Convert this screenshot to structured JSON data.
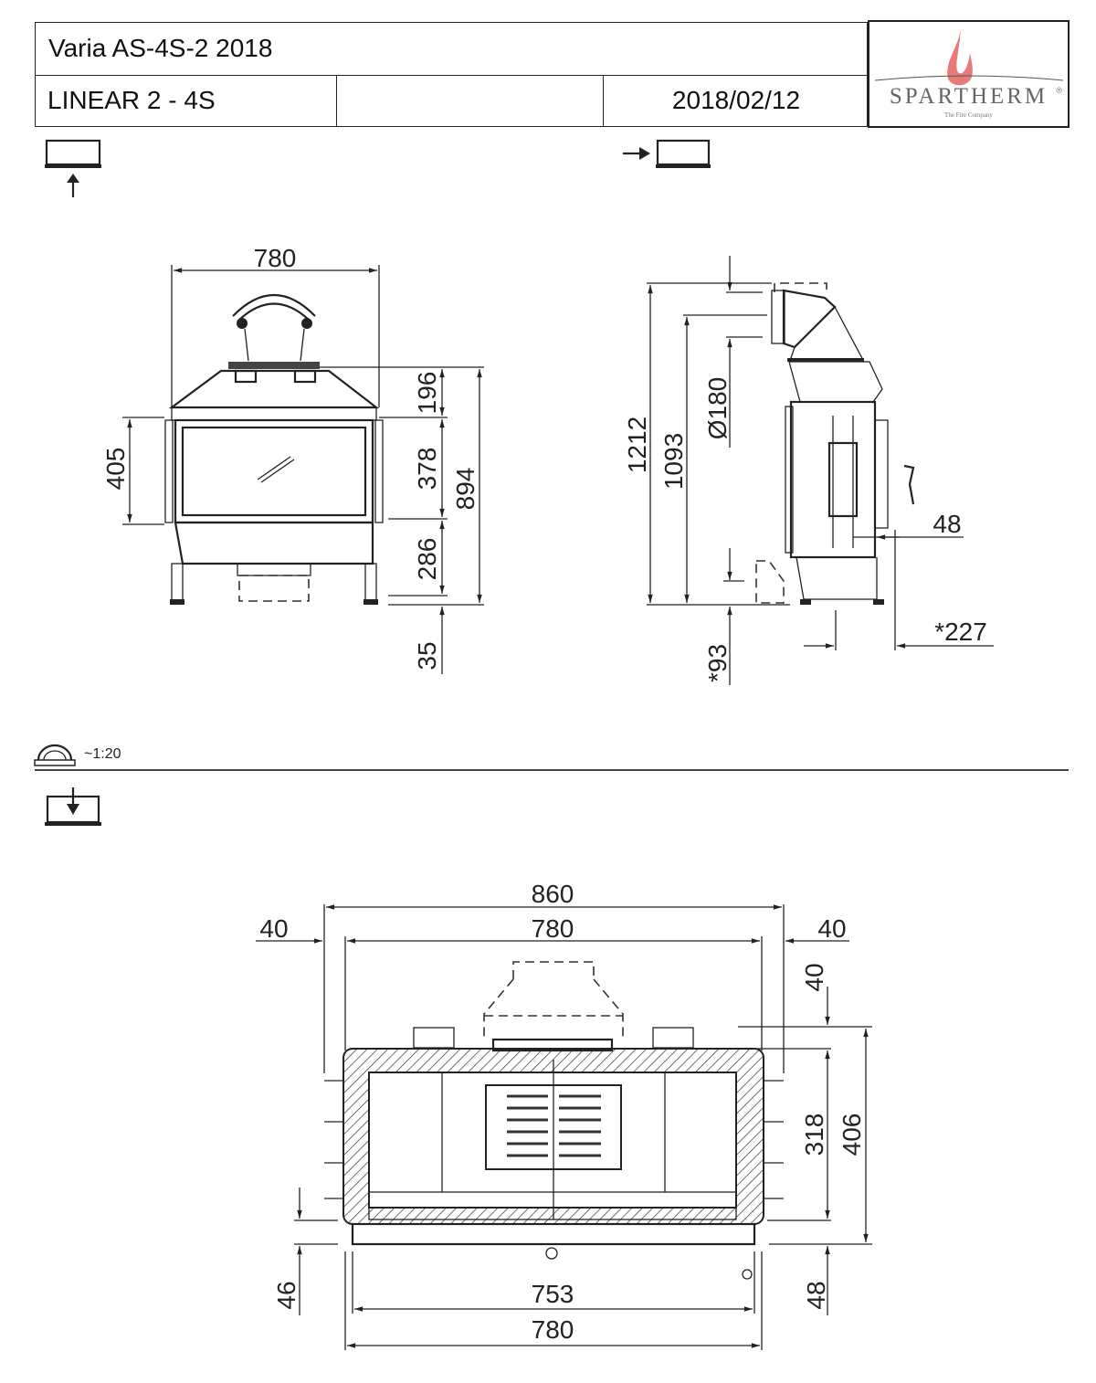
{
  "header": {
    "model": "Varia AS-4S-2 2018",
    "series": "LINEAR 2 - 4S",
    "blank": "",
    "date": "2018/02/12"
  },
  "logo": {
    "brand": "SPARTHERM",
    "tagline": "The Fire Company",
    "registered": "®",
    "flame_color": "#e87a7a"
  },
  "scale": {
    "label": "~1:20"
  },
  "front_view": {
    "width": "780",
    "top_height": "196",
    "window_height": "378",
    "bottom_height": "286",
    "foot_height": "35",
    "total_height": "894",
    "left_opening": "405"
  },
  "side_view": {
    "total_height": "1212",
    "flue_height": "1093",
    "flue_diameter": "Ø180",
    "depth_offset": "48",
    "foot_offset": "*227",
    "bottom_extension": "*93"
  },
  "top_view": {
    "outer_width": "860",
    "left_gap": "40",
    "inner_width": "780",
    "right_gap": "40",
    "rear_gap": "40",
    "inner_depth": "318",
    "total_depth": "406",
    "front_left": "46",
    "front_right": "48",
    "door_width": "753",
    "base_width": "780"
  }
}
